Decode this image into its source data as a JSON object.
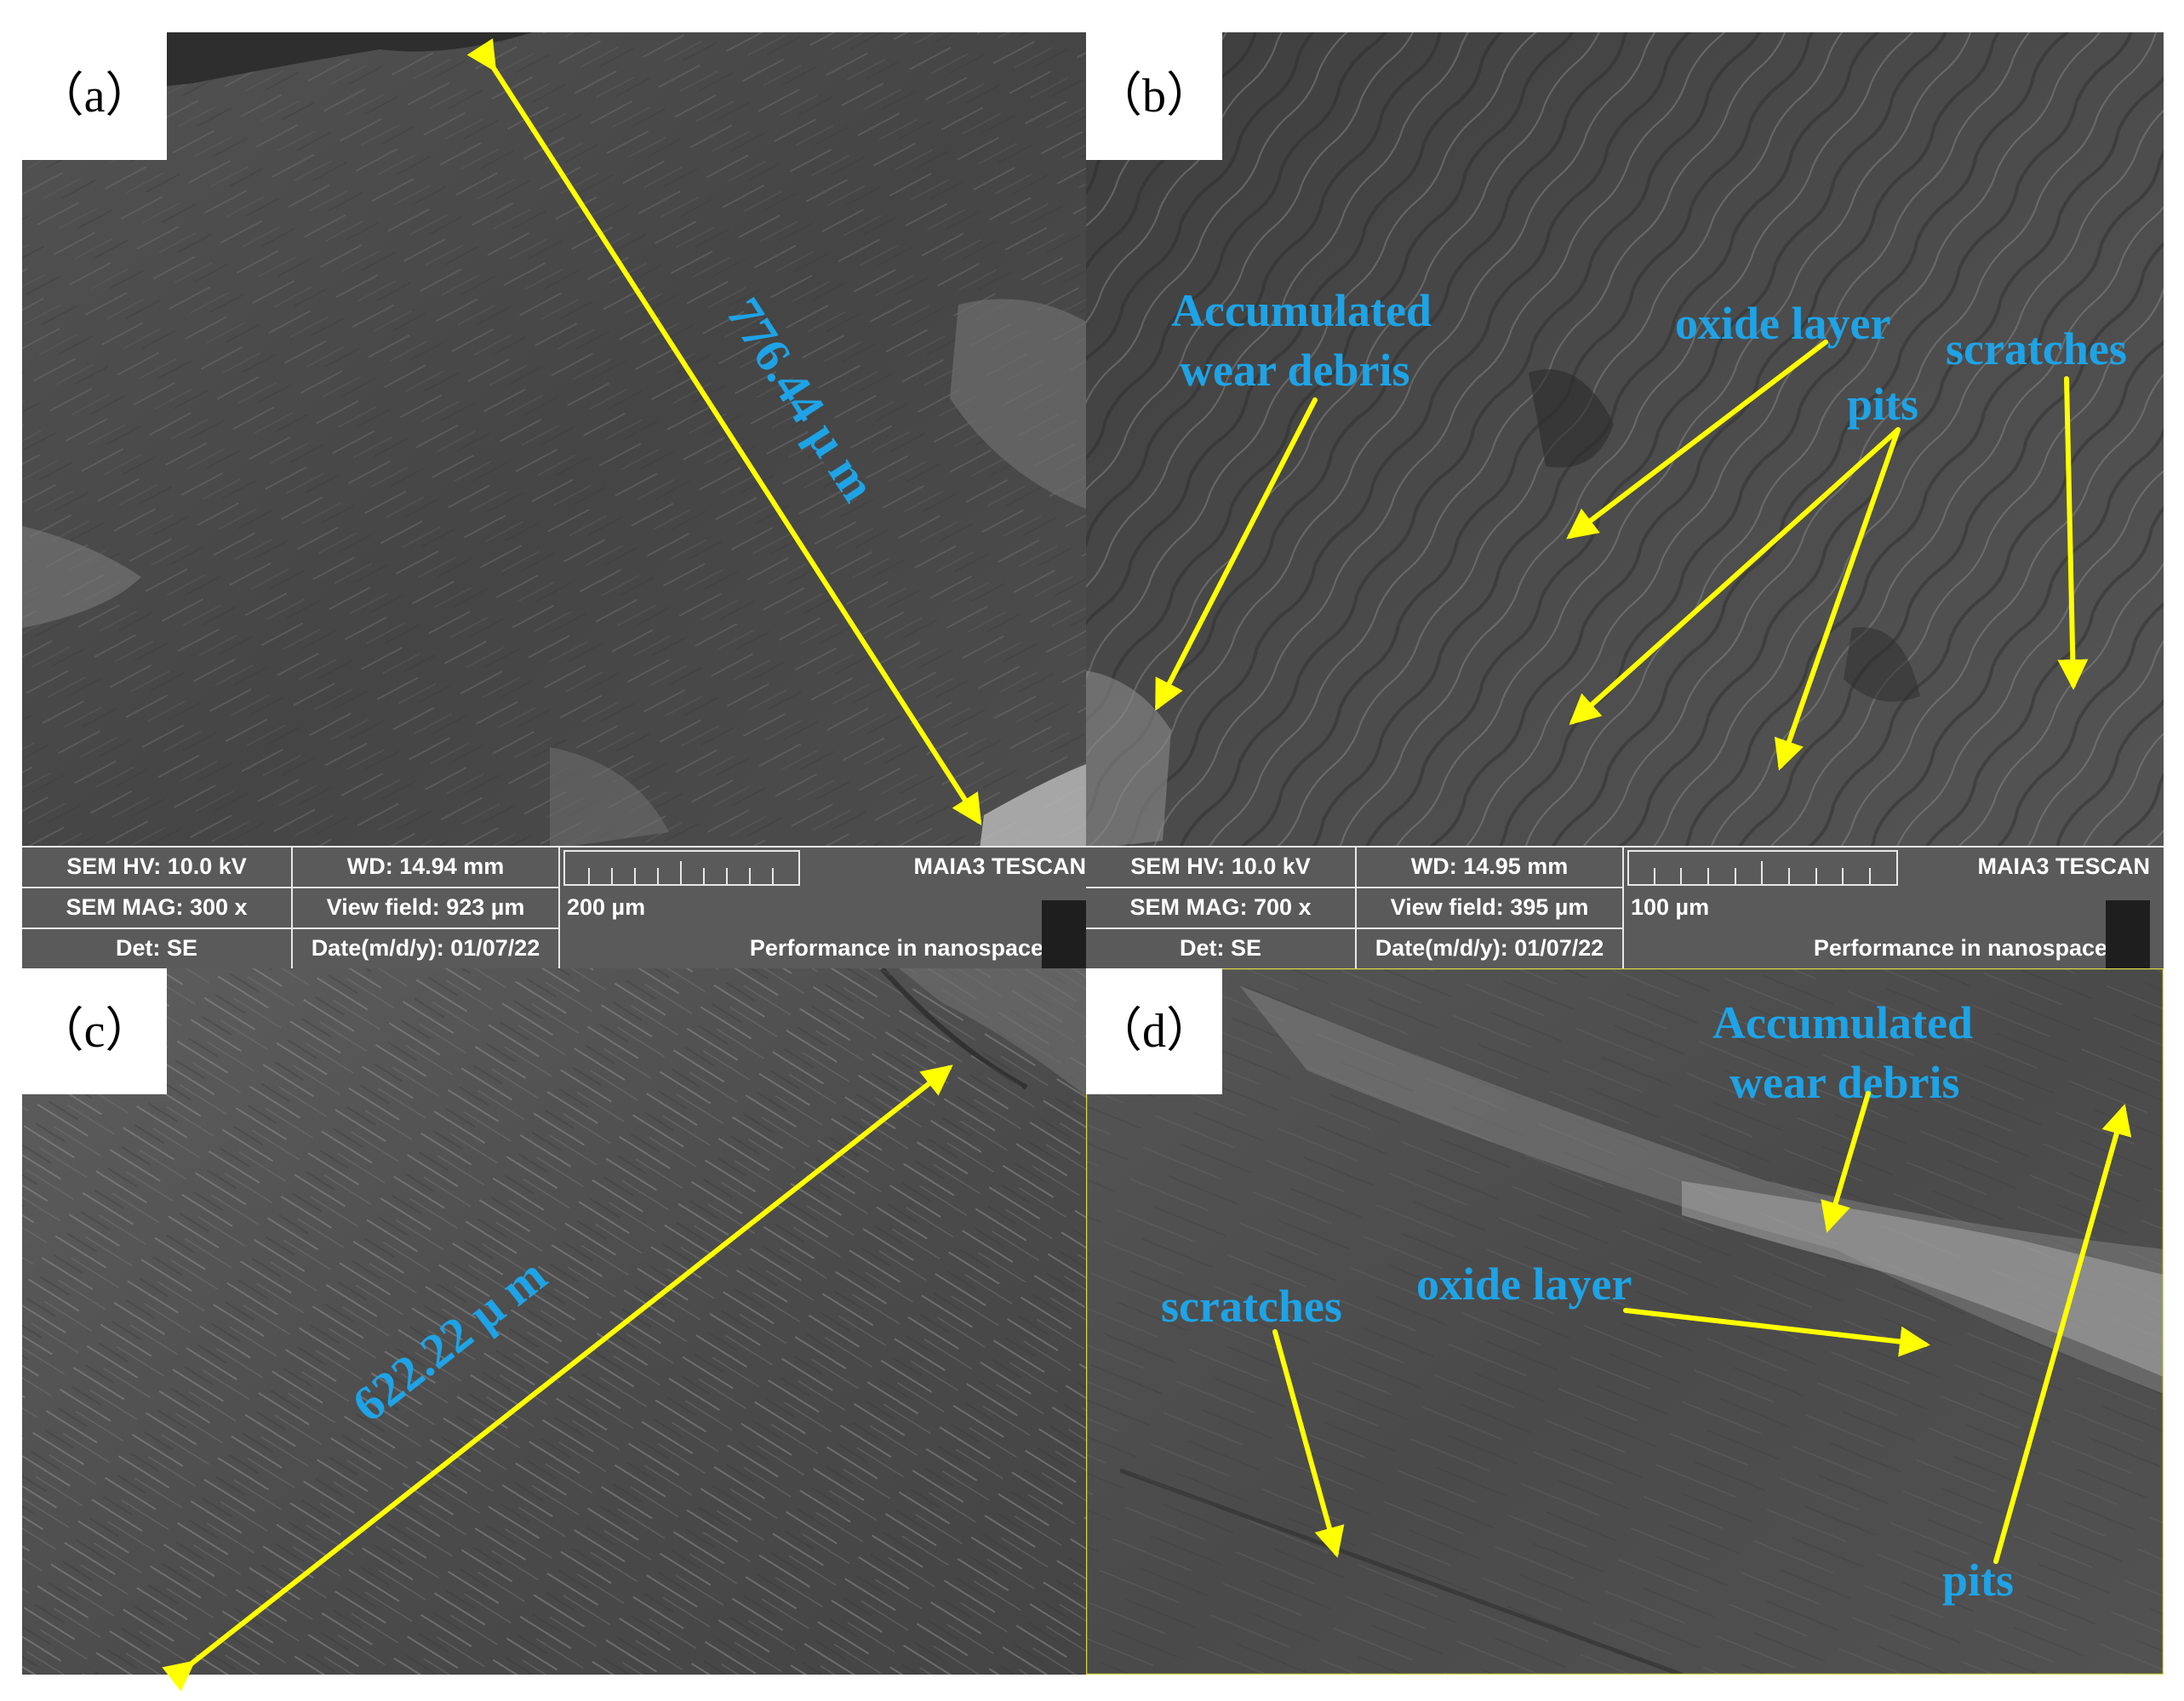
{
  "panels": {
    "a": {
      "label": "（a）",
      "dimension": "776.44 μ m",
      "info": {
        "hv": "SEM HV: 10.0 kV",
        "wd": "WD: 14.94 mm",
        "brand": "MAIA3 TESCAN",
        "mag": "SEM MAG: 300 x",
        "view_field": "View field: 923 µm",
        "scale": "200 µm",
        "det": "Det: SE",
        "date": "Date(m/d/y): 01/07/22",
        "tagline": "Performance in nanospace"
      }
    },
    "b": {
      "label": "（b）",
      "annotations": {
        "debris_line1": "Accumulated",
        "debris_line2": "wear debris",
        "oxide": "oxide layer",
        "pits": "pits",
        "scratches": "scratches"
      },
      "info": {
        "hv": "SEM HV: 10.0 kV",
        "wd": "WD: 14.95 mm",
        "brand": "MAIA3 TESCAN",
        "mag": "SEM MAG: 700 x",
        "view_field": "View field: 395 µm",
        "scale": "100 µm",
        "det": "Det: SE",
        "date": "Date(m/d/y): 01/07/22",
        "tagline": "Performance in nanospace"
      }
    },
    "c": {
      "label": "（c）",
      "dimension": "622.22 μ m"
    },
    "d": {
      "label": "（d）",
      "annotations": {
        "debris_line1": "Accumulated",
        "debris_line2": "wear debris",
        "oxide": "oxide layer",
        "scratches": "scratches",
        "pits": "pits"
      }
    }
  },
  "colors": {
    "arrow": "#ffff00",
    "annotation_text": "#1ea3e6",
    "info_bar": "#5a5a5a",
    "sem_surface": "#4a4a4a"
  }
}
